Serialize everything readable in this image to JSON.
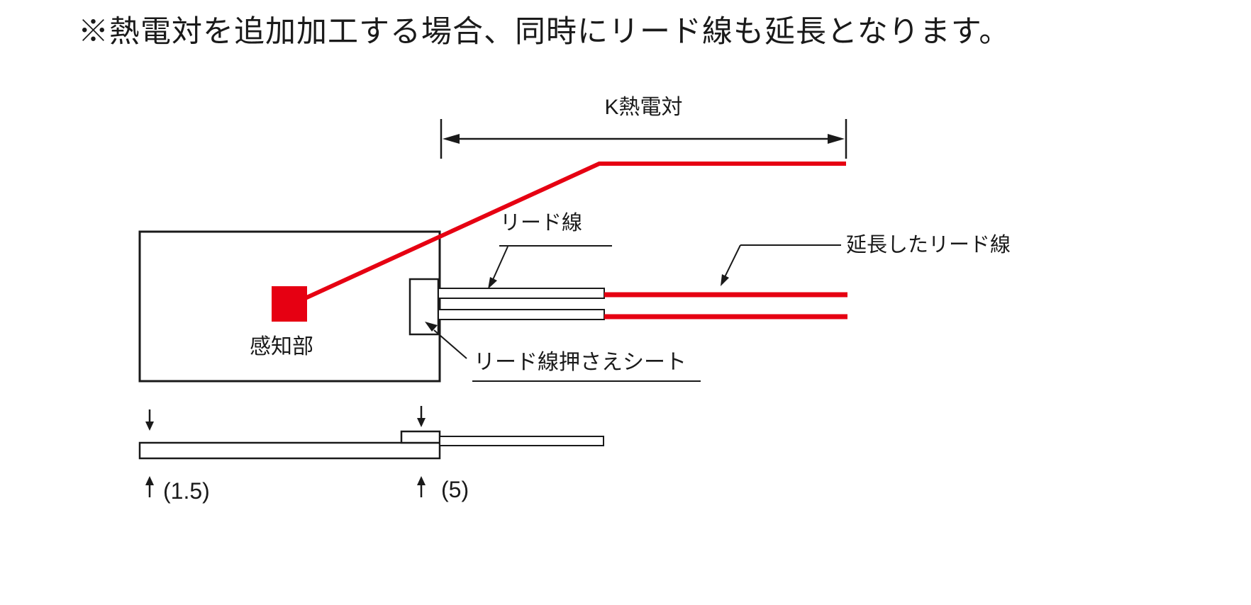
{
  "note": "※熱電対を追加加工する場合、同時にリード線も延長となります。",
  "labels": {
    "k_thermocouple": "K熱電対",
    "lead_wire": "リード線",
    "extended_lead_wire": "延長したリード線",
    "sensing_part": "感知部",
    "lead_wire_holding_sheet": "リード線押さえシート",
    "dim_plate_thickness": "(1.5)",
    "dim_sheet_thickness": "(5)"
  },
  "colors": {
    "red": "#e60012",
    "ink": "#1a1a1a"
  }
}
